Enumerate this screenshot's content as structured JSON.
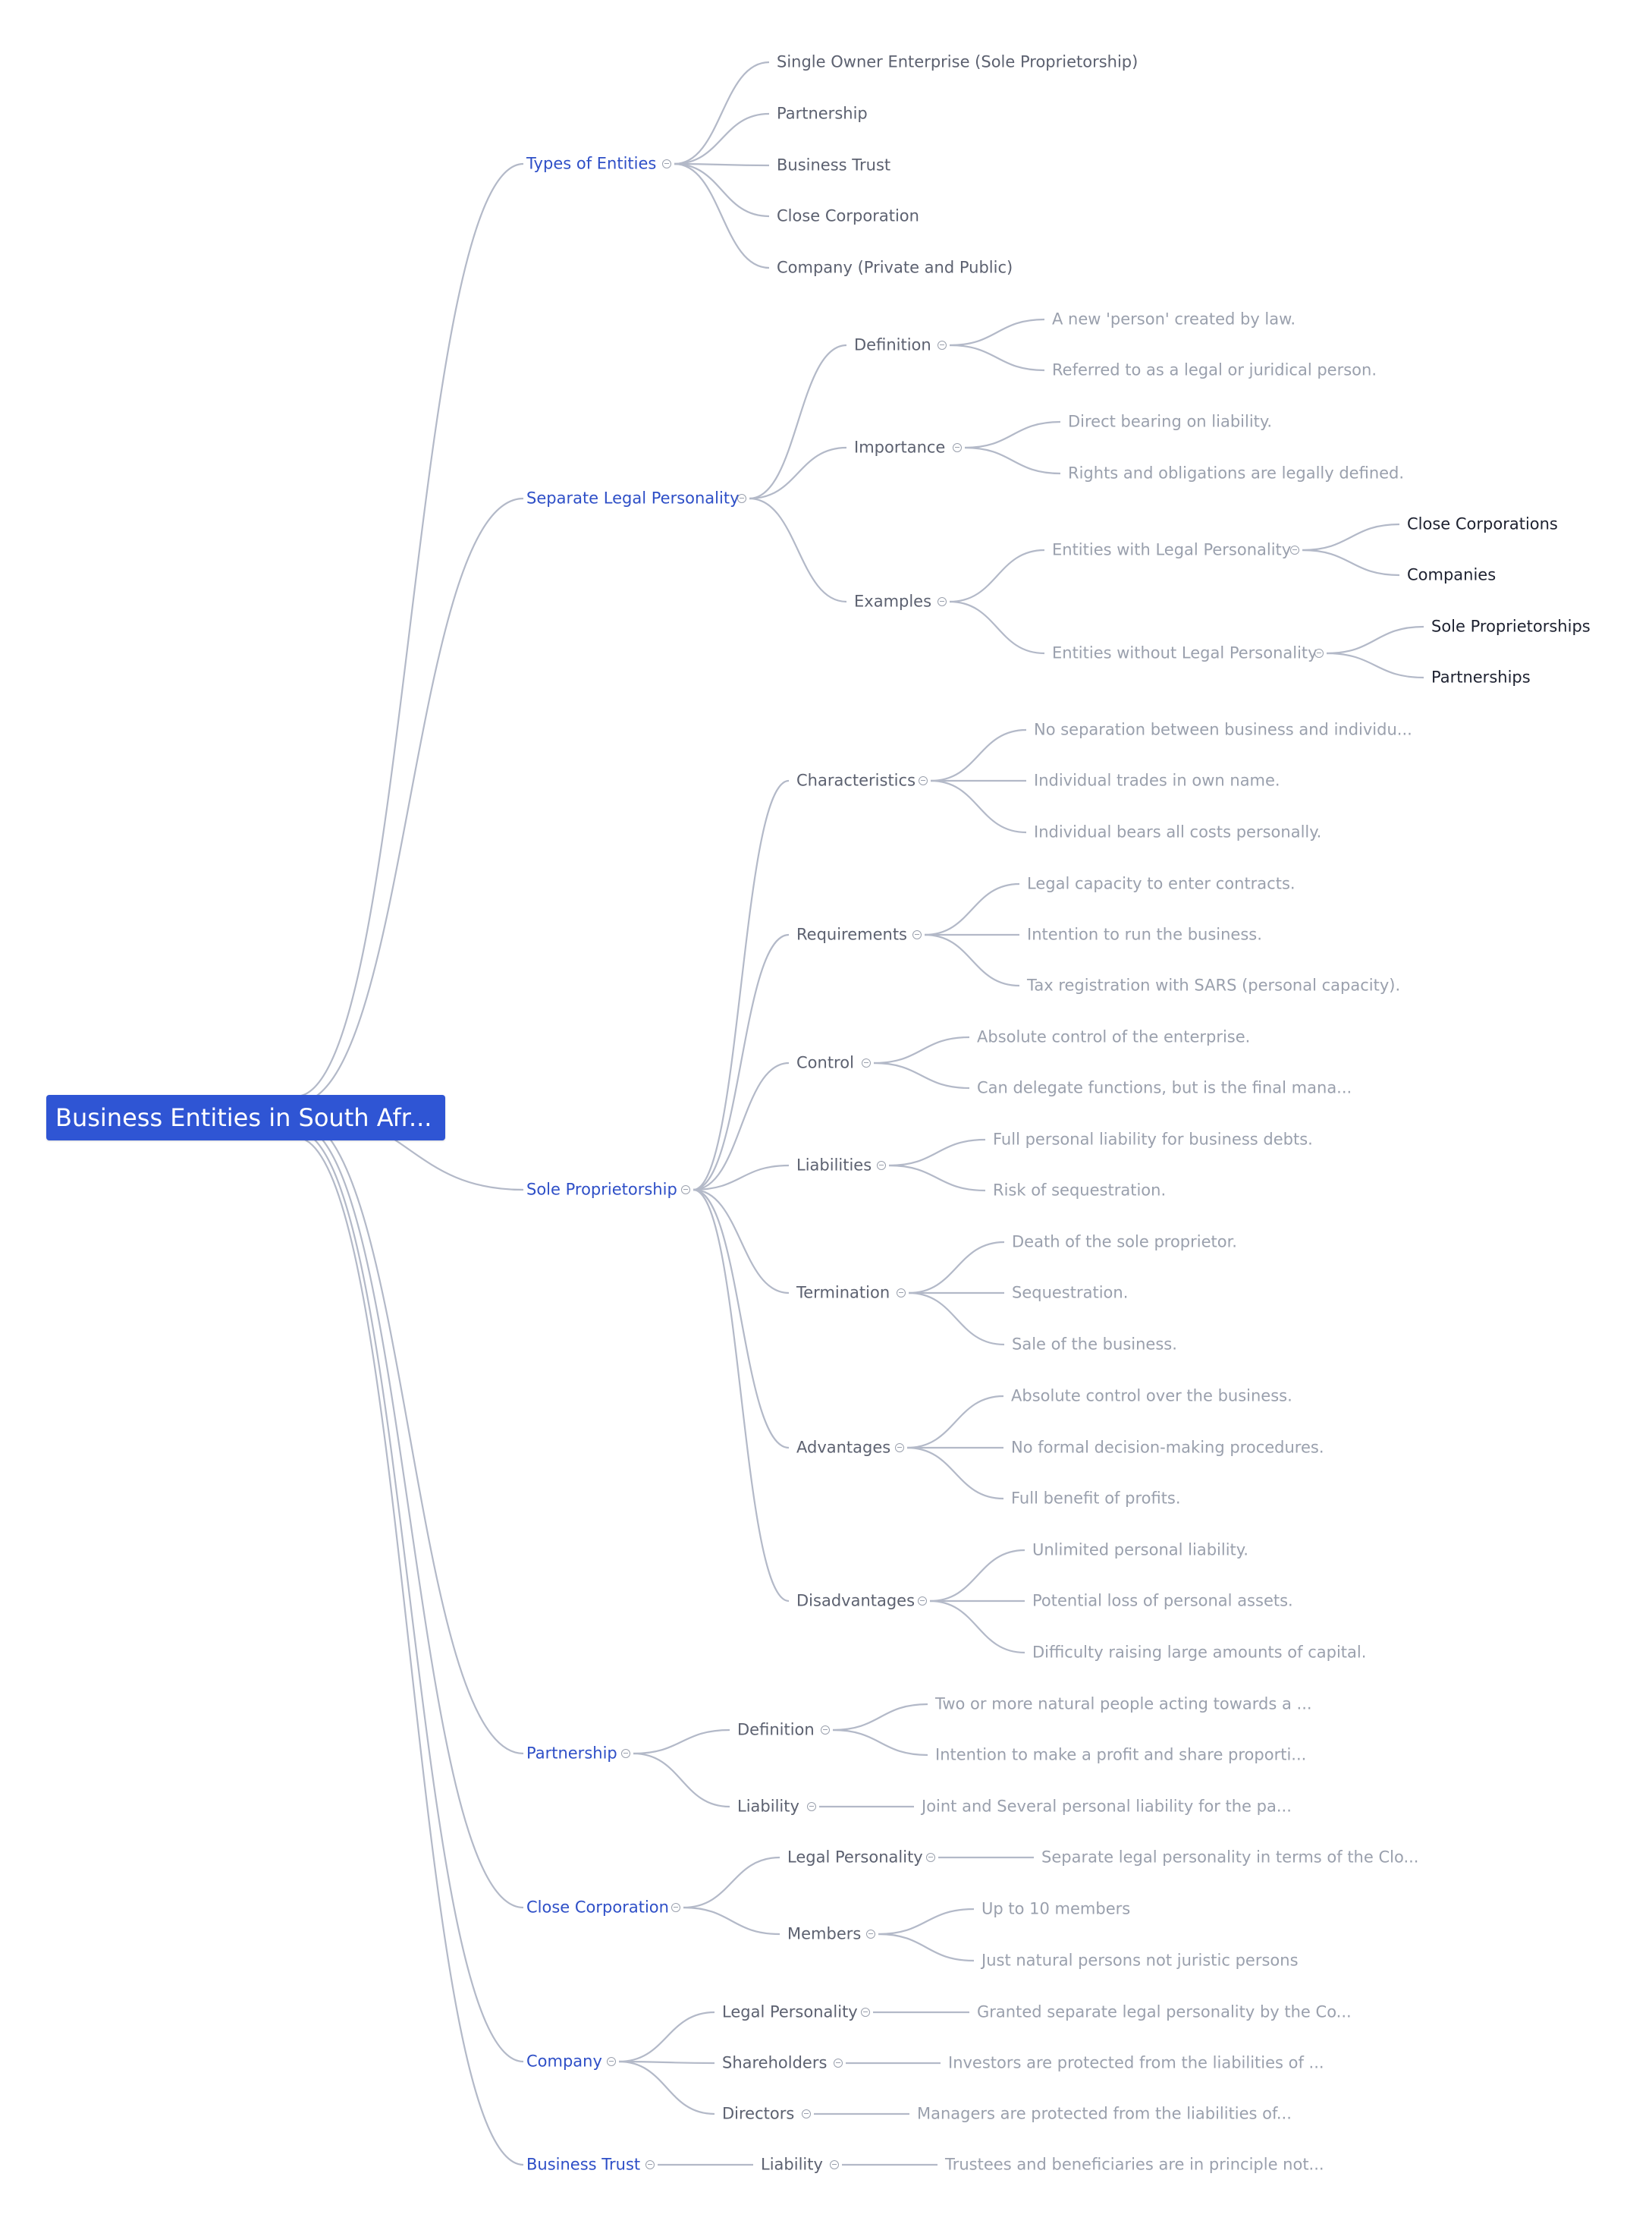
{
  "root": {
    "label": "Business Entities in South Afr...",
    "children": [
      {
        "label": "Types of Entities",
        "children": [
          {
            "label": "Single Owner Enterprise (Sole Proprietorship)"
          },
          {
            "label": "Partnership"
          },
          {
            "label": "Business Trust"
          },
          {
            "label": "Close Corporation"
          },
          {
            "label": "Company (Private and Public)"
          }
        ]
      },
      {
        "label": "Separate Legal Personality",
        "children": [
          {
            "label": "Definition",
            "children": [
              {
                "label": "A new 'person' created by law."
              },
              {
                "label": "Referred to as a legal or juridical person."
              }
            ]
          },
          {
            "label": "Importance",
            "children": [
              {
                "label": "Direct bearing on liability."
              },
              {
                "label": "Rights and obligations are legally defined."
              }
            ]
          },
          {
            "label": "Examples",
            "children": [
              {
                "label": "Entities with Legal Personality",
                "children": [
                  {
                    "label": "Close Corporations"
                  },
                  {
                    "label": "Companies"
                  }
                ]
              },
              {
                "label": "Entities without Legal Personality",
                "children": [
                  {
                    "label": "Sole Proprietorships"
                  },
                  {
                    "label": "Partnerships"
                  }
                ]
              }
            ]
          }
        ]
      },
      {
        "label": "Sole Proprietorship",
        "children": [
          {
            "label": "Characteristics",
            "children": [
              {
                "label": "No separation between business and individu..."
              },
              {
                "label": "Individual trades in own name."
              },
              {
                "label": "Individual bears all costs personally."
              }
            ]
          },
          {
            "label": "Requirements",
            "children": [
              {
                "label": "Legal capacity to enter contracts."
              },
              {
                "label": "Intention to run the business."
              },
              {
                "label": "Tax registration with SARS (personal capacity)."
              }
            ]
          },
          {
            "label": "Control",
            "children": [
              {
                "label": "Absolute control of the enterprise."
              },
              {
                "label": "Can delegate functions, but is the final mana..."
              }
            ]
          },
          {
            "label": "Liabilities",
            "children": [
              {
                "label": "Full personal liability for business debts."
              },
              {
                "label": "Risk of sequestration."
              }
            ]
          },
          {
            "label": "Termination",
            "children": [
              {
                "label": "Death of the sole proprietor."
              },
              {
                "label": "Sequestration."
              },
              {
                "label": "Sale of the business."
              }
            ]
          },
          {
            "label": "Advantages",
            "children": [
              {
                "label": "Absolute control over the business."
              },
              {
                "label": "No formal decision-making procedures."
              },
              {
                "label": "Full benefit of profits."
              }
            ]
          },
          {
            "label": "Disadvantages",
            "children": [
              {
                "label": "Unlimited personal liability."
              },
              {
                "label": "Potential loss of personal assets."
              },
              {
                "label": "Difficulty raising large amounts of capital."
              }
            ]
          }
        ]
      },
      {
        "label": "Partnership",
        "children": [
          {
            "label": "Definition",
            "children": [
              {
                "label": "Two or more natural people acting towards a ..."
              },
              {
                "label": "Intention to make a profit and share proporti..."
              }
            ]
          },
          {
            "label": "Liability",
            "children": [
              {
                "label": "Joint and Several personal liability for the pa..."
              }
            ]
          }
        ]
      },
      {
        "label": "Close Corporation",
        "children": [
          {
            "label": "Legal Personality",
            "children": [
              {
                "label": "Separate legal personality in terms of the Clo..."
              }
            ]
          },
          {
            "label": "Members",
            "children": [
              {
                "label": "Up to 10 members"
              },
              {
                "label": "Just natural persons not juristic persons"
              }
            ]
          }
        ]
      },
      {
        "label": "Company",
        "children": [
          {
            "label": "Legal Personality",
            "children": [
              {
                "label": "Granted separate legal personality by the Co..."
              }
            ]
          },
          {
            "label": "Shareholders",
            "children": [
              {
                "label": "Investors are protected from the liabilities of ..."
              }
            ]
          },
          {
            "label": "Directors",
            "children": [
              {
                "label": "Managers are protected from the liabilities of..."
              }
            ]
          }
        ]
      },
      {
        "label": "Business Trust",
        "children": [
          {
            "label": "Liability",
            "children": [
              {
                "label": "Trustees and beneficiaries are in principle not..."
              }
            ]
          }
        ]
      }
    ]
  }
}
